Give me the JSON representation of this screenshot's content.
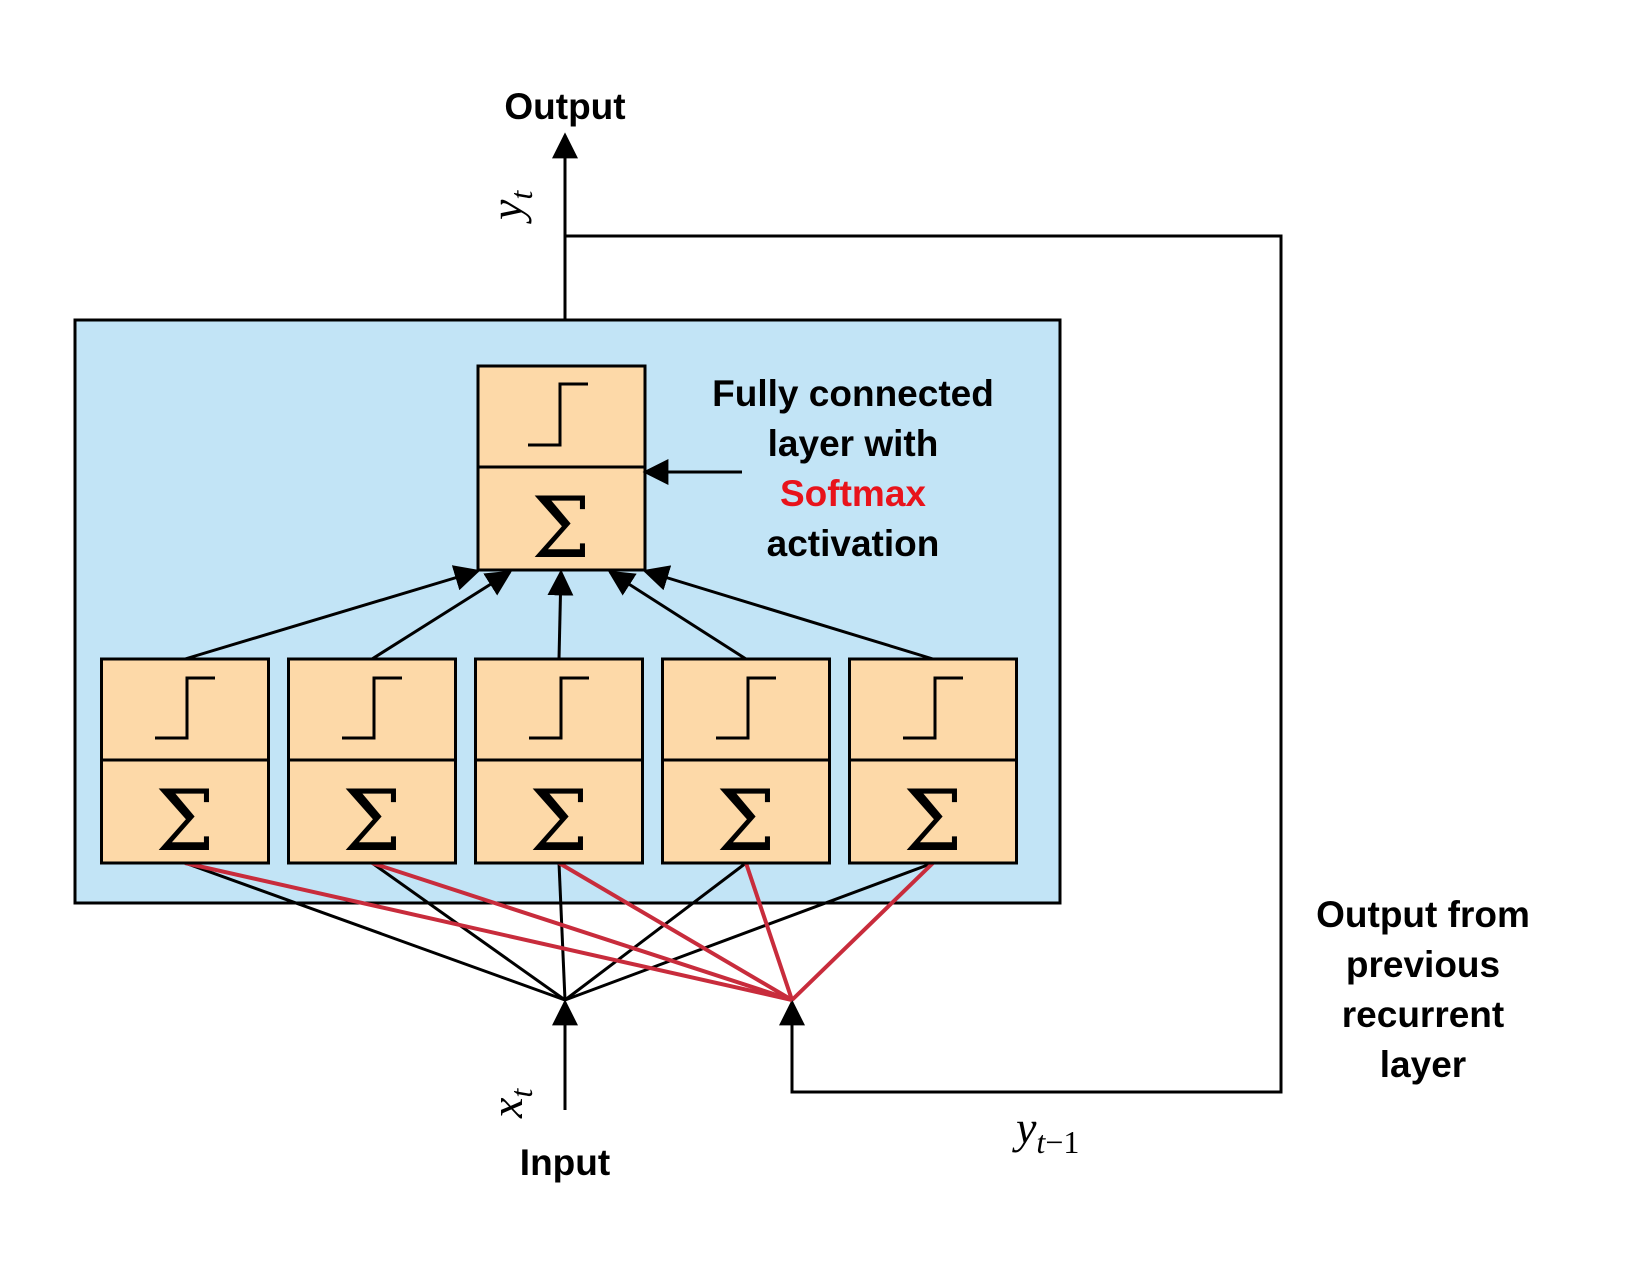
{
  "labels": {
    "output": "Output",
    "input": "Input",
    "y_t_base": "y",
    "y_t_sub": "t",
    "x_t_base": "x",
    "x_t_sub": "t",
    "y_prev_base": "y",
    "y_prev_sub": "t",
    "y_prev_minus": "−1",
    "sigma": "Σ",
    "fc_line1": "Fully connected",
    "fc_line2": "layer with",
    "fc_line3": "Softmax",
    "fc_line4": "activation",
    "prev_line1": "Output from",
    "prev_line2": "previous",
    "prev_line3": "recurrent",
    "prev_line4": "layer"
  },
  "colors": {
    "layer_background": "#c2e4f6",
    "neuron_fill": "#fdd9a8",
    "highlight_text": "#e8131b",
    "recurrent_wire": "#c82c3c"
  },
  "hidden_neuron_count": 5
}
